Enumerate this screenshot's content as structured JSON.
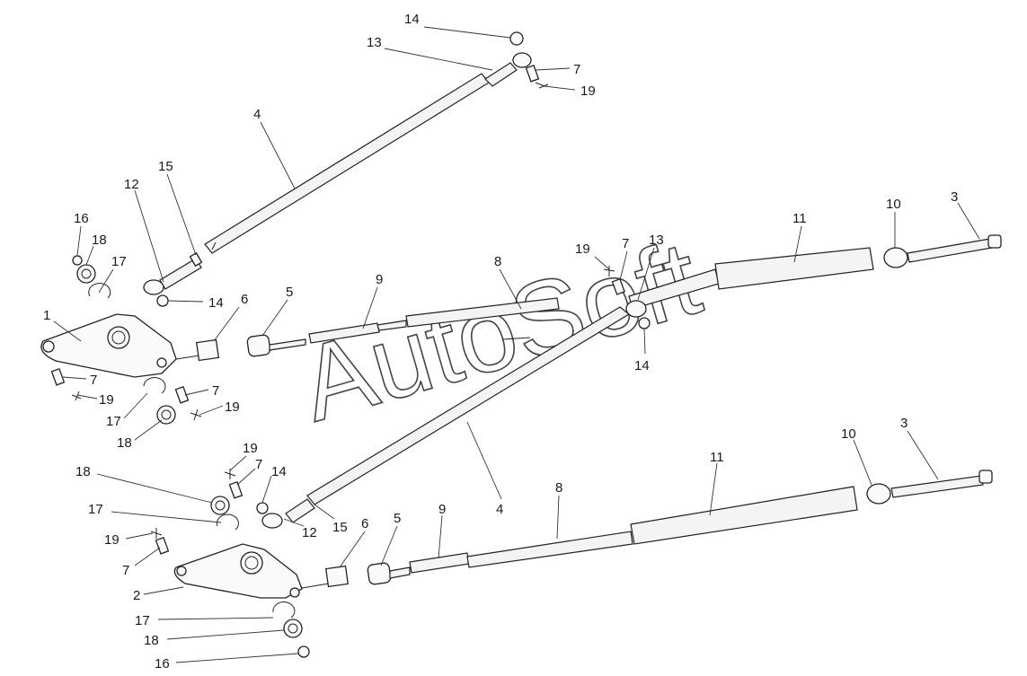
{
  "watermark": "AutoSoft",
  "callouts": {
    "top_14": "14",
    "top_13": "13",
    "top_7": "7",
    "top_19": "19",
    "rod_4_upper": "4",
    "u_15": "15",
    "u_12": "12",
    "u_16": "16",
    "u_18": "18",
    "u_17": "17",
    "u_1": "1",
    "u_14": "14",
    "u_6": "6",
    "u_5": "5",
    "u_9": "9",
    "u_8": "8",
    "u_7_left": "7",
    "u_19_left": "19",
    "u_17_low": "17",
    "u_18_low": "18",
    "u_7_right": "7",
    "u_19_right": "19",
    "mid_19": "19",
    "mid_7": "7",
    "mid_13": "13",
    "mid_14": "14",
    "u_11": "11",
    "u_10": "10",
    "u_3": "3",
    "l_19a": "19",
    "l_7a": "7",
    "l_14": "14",
    "l_18a": "18",
    "l_17a": "17",
    "l_12": "12",
    "l_15": "15",
    "l_19b": "19",
    "l_7b": "7",
    "l_2": "2",
    "l_17b": "17",
    "l_18b": "18",
    "l_16": "16",
    "l_6": "6",
    "l_5": "5",
    "l_9": "9",
    "rod_4_lower": "4",
    "l_8": "8",
    "l_11": "11",
    "l_10": "10",
    "l_3": "3"
  }
}
